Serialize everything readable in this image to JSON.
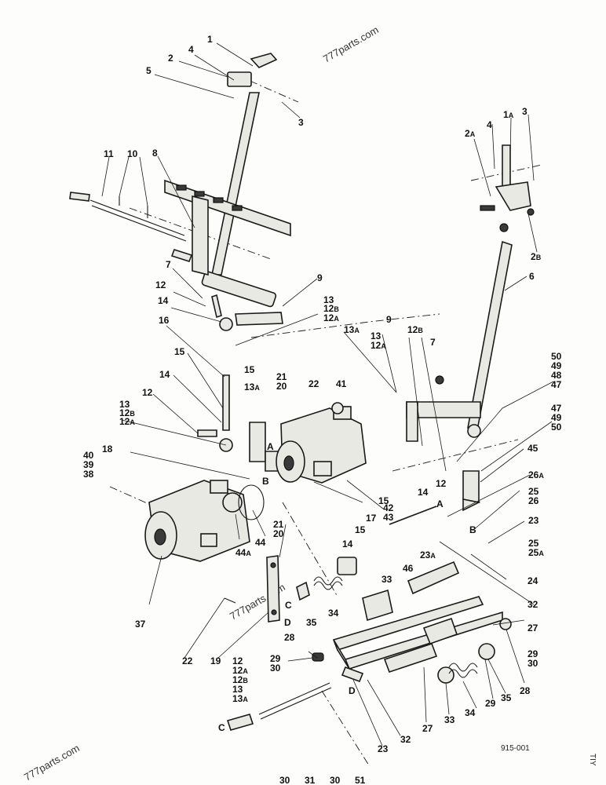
{
  "watermarks": [
    "777parts.com",
    "777parts.com",
    "777parts.com"
  ],
  "figure_code": "915-001",
  "corner_mark": "TIY",
  "callouts": {
    "l_1": "1",
    "l_2": "2",
    "l_4": "4",
    "l_5": "5",
    "l_3": "3",
    "l_1a": "1",
    "l_1a_s": "A",
    "l_3b": "3",
    "l_2a": "2",
    "l_2a_s": "A",
    "l_4b": "4",
    "l_11": "11",
    "l_10": "10",
    "l_8": "8",
    "l_2b": "2",
    "l_2b_s": "B",
    "l_6": "6",
    "l_7": "7",
    "l_12": "12",
    "l_14": "14",
    "l_9": "9",
    "l_13g1": "13",
    "l_12g1b": "12",
    "l_12g1b_s": "B",
    "l_12g1a": "12",
    "l_12g1a_s": "A",
    "l_16": "16",
    "l_15": "15",
    "l_13a_top": "13",
    "l_13a_top_s": "A",
    "l_9b": "9",
    "l_13b": "13",
    "l_12ab": "12",
    "l_12ab_s": "A",
    "l_12bb": "12",
    "l_12bb_s": "B",
    "l_7b": "7",
    "l_50": "50",
    "l_49": "49",
    "l_48": "48",
    "l_47": "47",
    "l_15b": "15",
    "l_21": "21",
    "l_20": "20",
    "l_22": "22",
    "l_41": "41",
    "l_14b": "14",
    "l_13c": "13",
    "l_12cb": "12",
    "l_12cb_s": "B",
    "l_12ca": "12",
    "l_12ca_s": "A",
    "l_12c": "12",
    "l_13ac": "13",
    "l_13ac_s": "A",
    "l_47b": "47",
    "l_49b": "49",
    "l_50b": "50",
    "l_45": "45",
    "l_40": "40",
    "l_39": "39",
    "l_38": "38",
    "l_18": "18",
    "l_A": "A",
    "l_B": "B",
    "l_15c": "15",
    "l_14c": "14",
    "l_12d": "12",
    "l_26a": "26",
    "l_26a_s": "A",
    "l_26": "26",
    "l_25": "25",
    "l_17": "17",
    "l_42": "42",
    "l_43": "43",
    "l_Ab": "A",
    "l_15d": "15",
    "l_23": "23",
    "l_44": "44",
    "l_44a": "44",
    "l_44a_s": "A",
    "l_21b": "21",
    "l_20b": "20",
    "l_14d": "14",
    "l_23a": "23",
    "l_23a_s": "A",
    "l_Bb": "B",
    "l_25b": "25",
    "l_25a": "25",
    "l_25a_s": "A",
    "l_46": "46",
    "l_24": "24",
    "l_33": "33",
    "l_32": "32",
    "l_C": "C",
    "l_35": "35",
    "l_34": "34",
    "l_37": "37",
    "l_D": "D",
    "l_27": "27",
    "l_28": "28",
    "l_29": "29",
    "l_30": "30",
    "l_22b": "22",
    "l_19": "19",
    "l_12e": "12",
    "l_12ea": "12",
    "l_12ea_s": "A",
    "l_12eb": "12",
    "l_12eb_s": "B",
    "l_13e": "13",
    "l_13ea": "13",
    "l_13ea_s": "A",
    "l_29b": "29",
    "l_30b": "30",
    "l_Db": "D",
    "l_28b": "28",
    "l_35b": "35",
    "l_29c": "29",
    "l_34b": "34",
    "l_33b": "33",
    "l_27b": "27",
    "l_32b": "32",
    "l_23b": "23",
    "l_Cb": "C",
    "l_b1": "30",
    "l_b2": "31",
    "l_b3": "30",
    "l_b4": "51"
  }
}
